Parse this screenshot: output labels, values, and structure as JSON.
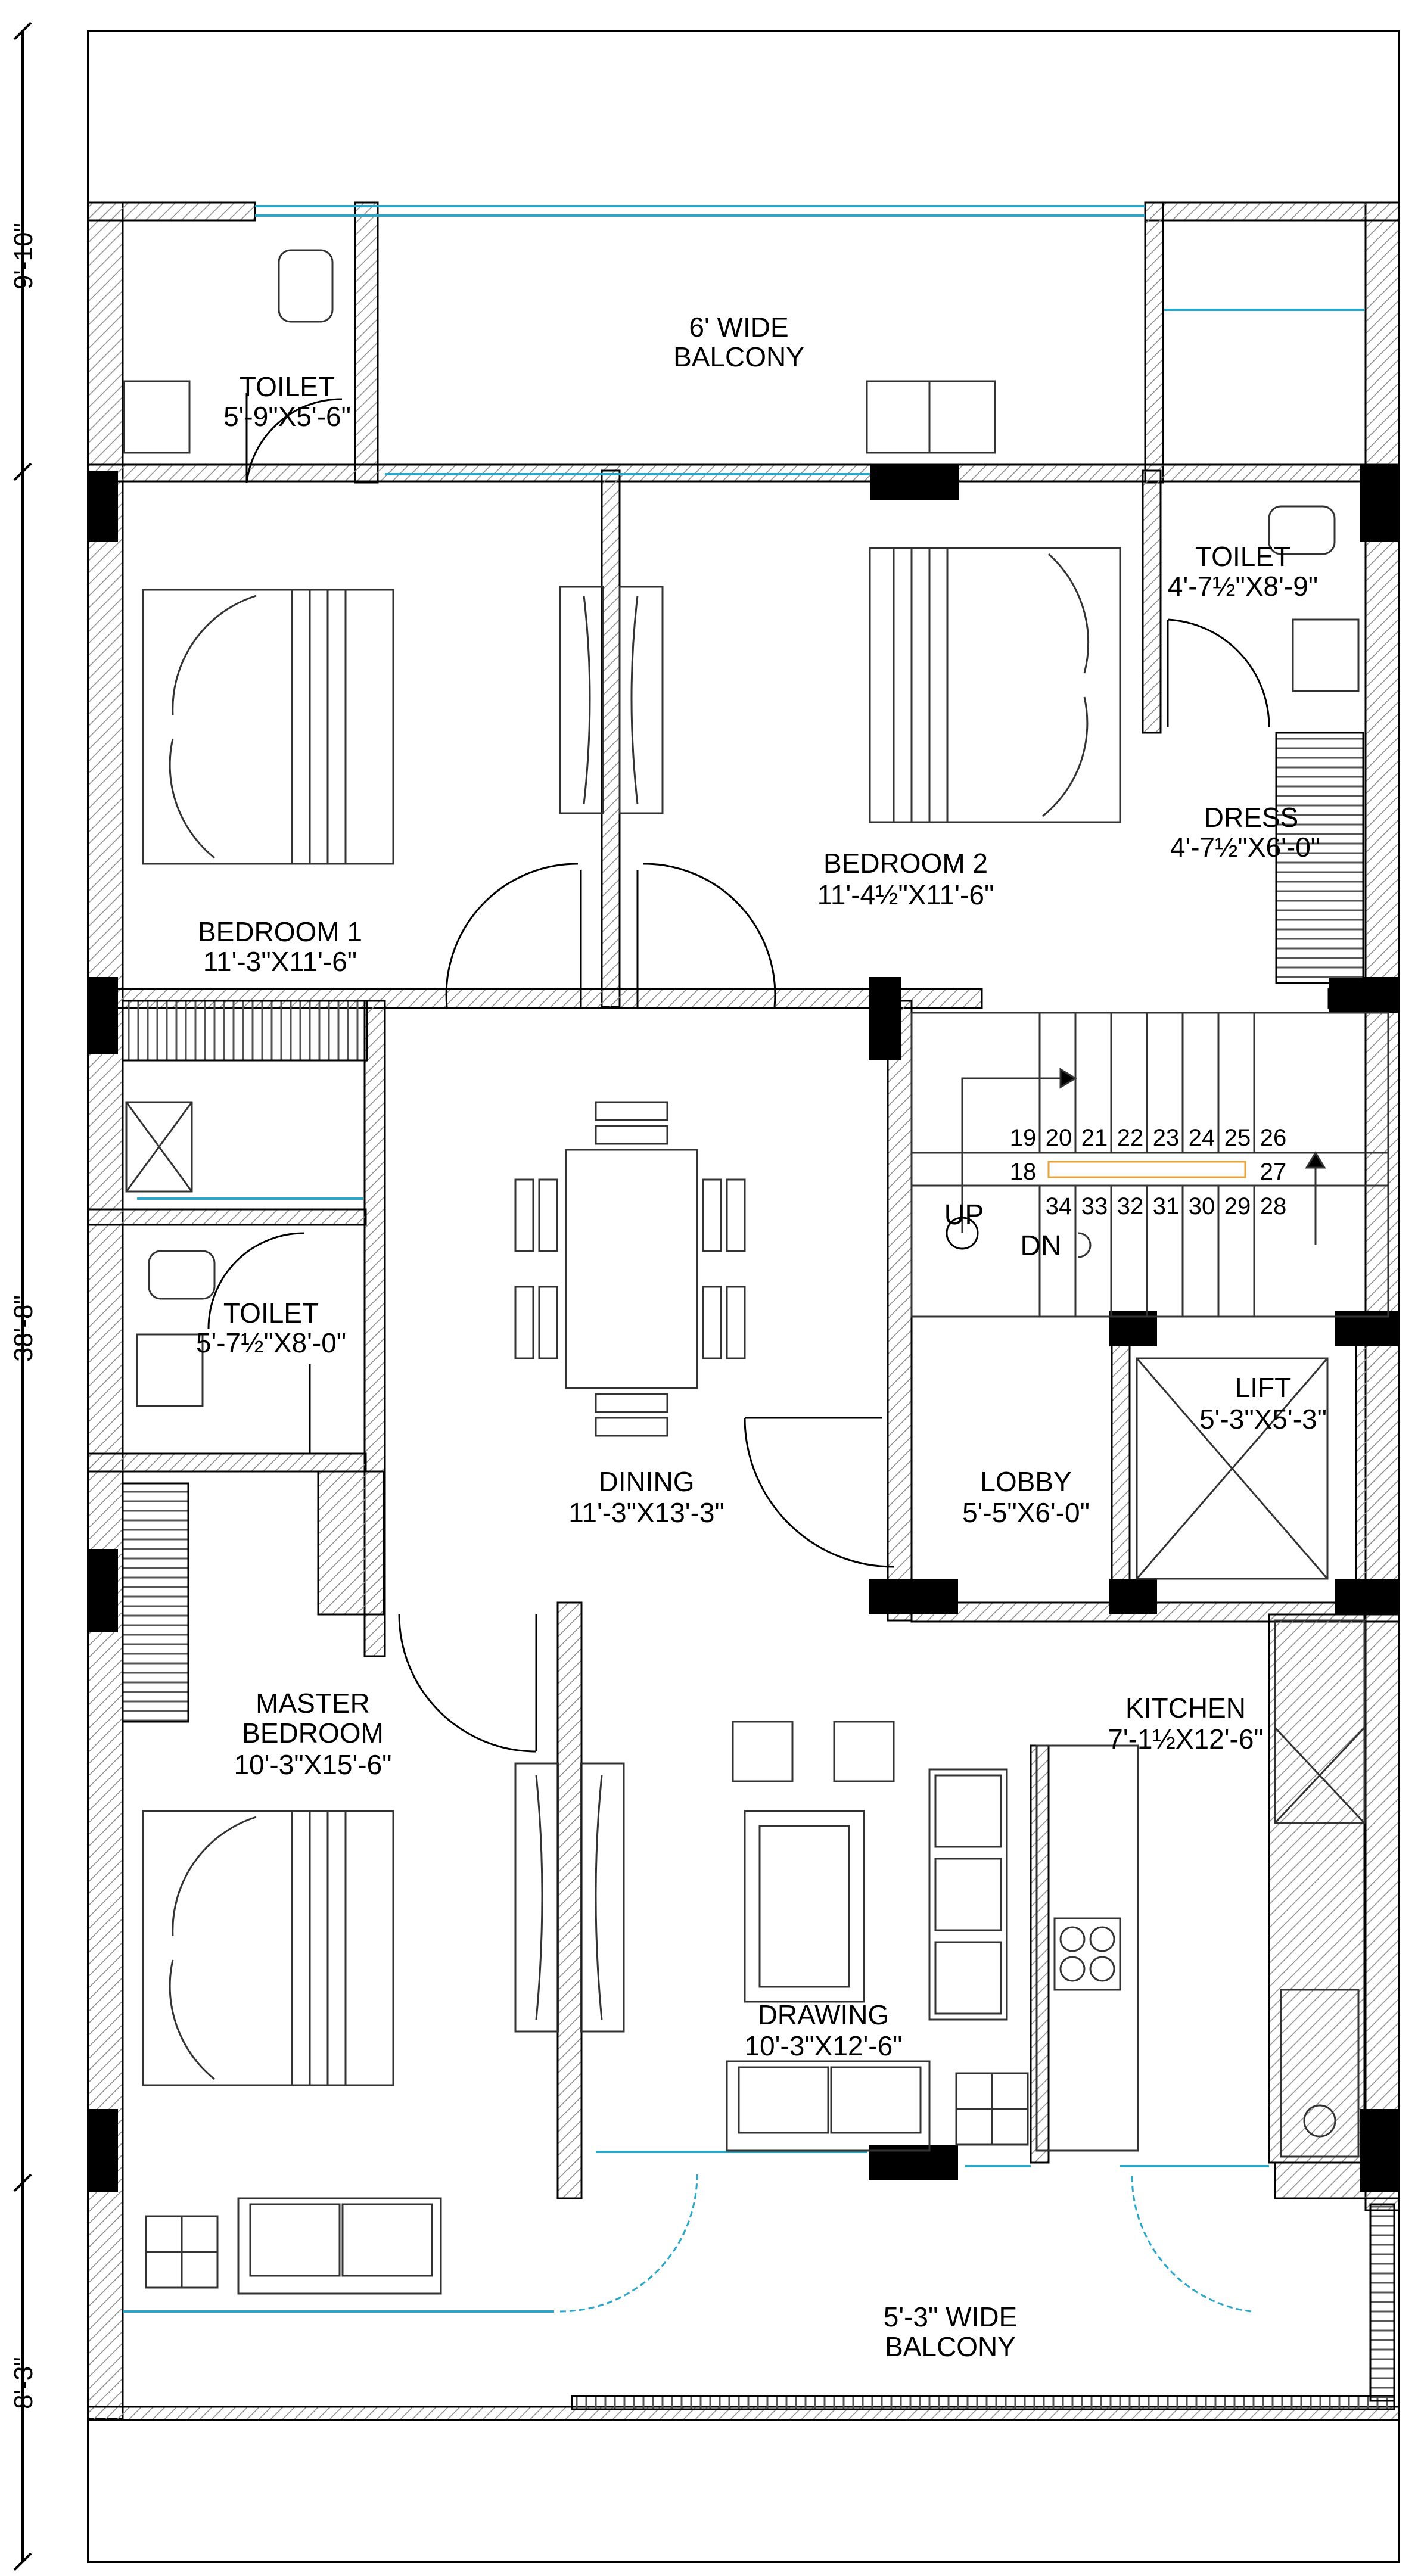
{
  "colors": {
    "wall": "#000000",
    "hatch": "#8c8c8c",
    "window": "#2aa6c9",
    "furniture": "#333333",
    "stair_bar": "#e3a23a"
  },
  "rooms": {
    "balcony_top": {
      "name": "6' WIDE",
      "name2": "BALCONY"
    },
    "toilet_top_left": {
      "name": "TOILET",
      "size": "5'-9\"X5'-6\""
    },
    "toilet_top_right": {
      "name": "TOILET",
      "size": "4'-7½\"X8'-9\""
    },
    "dress": {
      "name": "DRESS",
      "size": "4'-7½\"X6'-0\""
    },
    "bedroom1": {
      "name": "BEDROOM 1",
      "size": "11'-3\"X11'-6\""
    },
    "bedroom2": {
      "name": "BEDROOM 2",
      "size": "11'-4½\"X11'-6\""
    },
    "toilet_mid": {
      "name": "TOILET",
      "size": "5'-7½\"X8'-0\""
    },
    "dining": {
      "name": "DINING",
      "size": "11'-3\"X13'-3\""
    },
    "lobby": {
      "name": "LOBBY",
      "size": "5'-5\"X6'-0\""
    },
    "lift": {
      "name": "LIFT",
      "size": "5'-3\"X5'-3\""
    },
    "master_bedroom": {
      "name": "MASTER",
      "name2": "BEDROOM",
      "size": "10'-3\"X15'-6\""
    },
    "kitchen": {
      "name": "KITCHEN",
      "size": "7'-1½X12'-6\""
    },
    "drawing": {
      "name": "DRAWING",
      "size": "10'-3\"X12'-6\""
    },
    "balcony_bottom": {
      "name": "5'-3\" WIDE",
      "name2": "BALCONY"
    }
  },
  "stairs": {
    "top_numbers": [
      "19",
      "20",
      "21",
      "22",
      "23",
      "24",
      "25",
      "26"
    ],
    "mid_left": "18",
    "mid_right": "27",
    "bottom_numbers": [
      "34",
      "33",
      "32",
      "31",
      "30",
      "29",
      "28"
    ],
    "up_label": "UP",
    "down_label": "DN"
  },
  "side_dimensions": {
    "top": "9'-10\"",
    "middle": "38'-8\"",
    "bottom": "8'-3\""
  }
}
